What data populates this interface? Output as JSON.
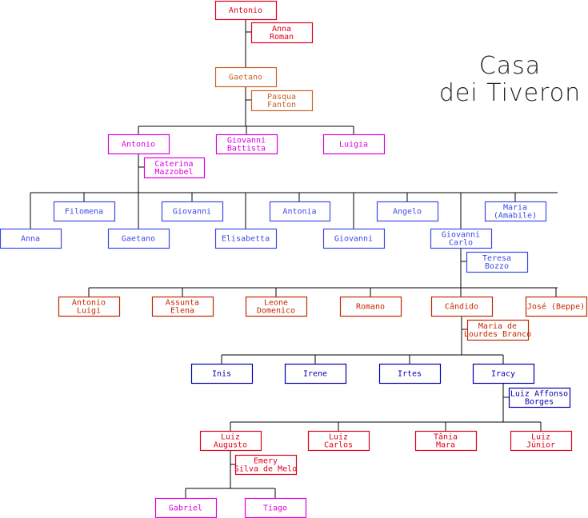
{
  "title": {
    "line1": "Casa",
    "line2": "dei Tiveron"
  },
  "colors": {
    "gen1": "#e0001a",
    "gen2": "#c8642a",
    "gen3": "#e000e0",
    "gen4": "#3a4ae8",
    "gen5": "#c02800",
    "gen6": "#0000b0",
    "gen7": "#e0001a",
    "gen8": "#e000e0",
    "line": "#000000"
  },
  "people": {
    "antonio_1": {
      "lines": [
        "Antonio"
      ],
      "gen": "gen1"
    },
    "anna_roman": {
      "lines": [
        "Anna",
        "Roman"
      ],
      "gen": "gen1"
    },
    "gaetano_1": {
      "lines": [
        "Gaetano"
      ],
      "gen": "gen2"
    },
    "pasqua_fanton": {
      "lines": [
        "Pasqua",
        "Fanton"
      ],
      "gen": "gen2"
    },
    "antonio_2": {
      "lines": [
        "Antonio"
      ],
      "gen": "gen3"
    },
    "giovanni_battista": {
      "lines": [
        "Giovanni",
        "Battista"
      ],
      "gen": "gen3"
    },
    "luigia": {
      "lines": [
        "Luigia"
      ],
      "gen": "gen3"
    },
    "caterina_mazzobel": {
      "lines": [
        "Caterina",
        "Mazzobel"
      ],
      "gen": "gen3"
    },
    "filomena": {
      "lines": [
        "Filomena"
      ],
      "gen": "gen4"
    },
    "giovanni_a": {
      "lines": [
        "Giovanni"
      ],
      "gen": "gen4"
    },
    "antonia": {
      "lines": [
        "Antonia"
      ],
      "gen": "gen4"
    },
    "angelo": {
      "lines": [
        "Angelo"
      ],
      "gen": "gen4"
    },
    "maria_amabile": {
      "lines": [
        "Maria",
        "(Amabile)"
      ],
      "gen": "gen4"
    },
    "anna": {
      "lines": [
        "Anna"
      ],
      "gen": "gen4"
    },
    "gaetano_2": {
      "lines": [
        "Gaetano"
      ],
      "gen": "gen4"
    },
    "elisabetta": {
      "lines": [
        "Elisabetta"
      ],
      "gen": "gen4"
    },
    "giovanni_b": {
      "lines": [
        "Giovanni"
      ],
      "gen": "gen4"
    },
    "giovanni_carlo": {
      "lines": [
        "Giovanni",
        "Carlo"
      ],
      "gen": "gen4"
    },
    "teresa_bozzo": {
      "lines": [
        "Teresa",
        "Bozzo"
      ],
      "gen": "gen4"
    },
    "antonio_luigi": {
      "lines": [
        "Antonio",
        "Luigi"
      ],
      "gen": "gen5"
    },
    "assunta_elena": {
      "lines": [
        "Assunta",
        "Elena"
      ],
      "gen": "gen5"
    },
    "leone_domenico": {
      "lines": [
        "Leone",
        "Domenico"
      ],
      "gen": "gen5"
    },
    "romano": {
      "lines": [
        "Romano"
      ],
      "gen": "gen5"
    },
    "candido": {
      "lines": [
        "Cândido"
      ],
      "gen": "gen5"
    },
    "jose_beppe": {
      "lines": [
        "José (Beppe)"
      ],
      "gen": "gen5"
    },
    "maria_lourdes": {
      "lines": [
        "Maria de",
        "Lourdes Branco"
      ],
      "gen": "gen5"
    },
    "inis": {
      "lines": [
        "Inis"
      ],
      "gen": "gen6"
    },
    "irene": {
      "lines": [
        "Irene"
      ],
      "gen": "gen6"
    },
    "irtes": {
      "lines": [
        "Irtes"
      ],
      "gen": "gen6"
    },
    "iracy": {
      "lines": [
        "Iracy"
      ],
      "gen": "gen6"
    },
    "luiz_affonso": {
      "lines": [
        "Luiz Affonso",
        "Borges"
      ],
      "gen": "gen6"
    },
    "luiz_augusto": {
      "lines": [
        "Luiz",
        "Augusto"
      ],
      "gen": "gen7"
    },
    "luiz_carlos": {
      "lines": [
        "Luiz",
        "Carlos"
      ],
      "gen": "gen7"
    },
    "tania_mara": {
      "lines": [
        "Tânia",
        "Mara"
      ],
      "gen": "gen7"
    },
    "luiz_junior": {
      "lines": [
        "Luiz",
        "Júnior"
      ],
      "gen": "gen7"
    },
    "emery_silva": {
      "lines": [
        "Emery",
        "Silva de Melo"
      ],
      "gen": "gen7"
    },
    "gabriel": {
      "lines": [
        "Gabriel"
      ],
      "gen": "gen8"
    },
    "tiago": {
      "lines": [
        "Tiago"
      ],
      "gen": "gen8"
    }
  }
}
